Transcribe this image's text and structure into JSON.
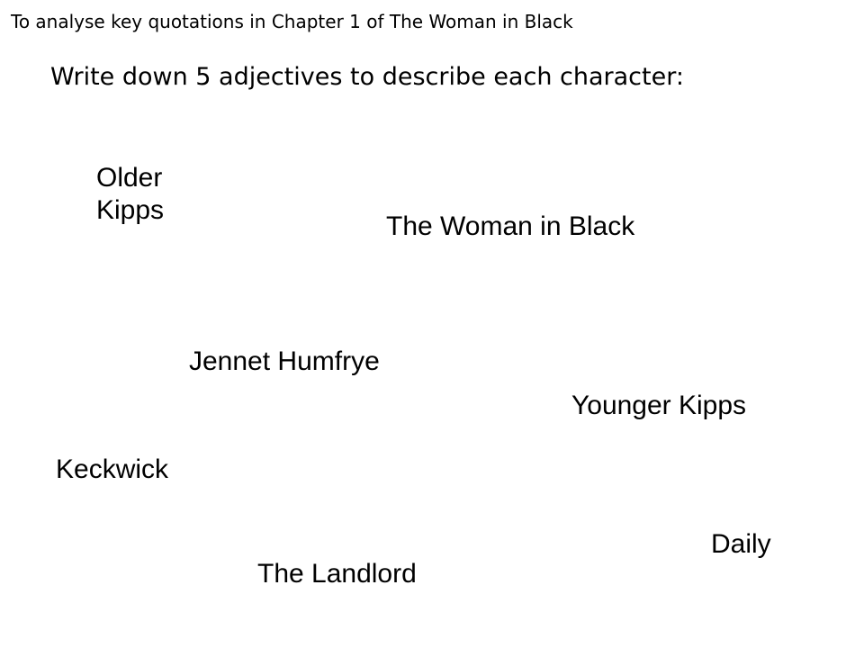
{
  "objective": "To analyse key quotations in Chapter 1 of The Woman in Black",
  "instruction": "Write down 5 adjectives to describe each character:",
  "characters": {
    "older_kipps": "Older Kipps",
    "woman_in_black": "The Woman in Black",
    "jennet_humfrye": "Jennet Humfrye",
    "younger_kipps": "Younger Kipps",
    "keckwick": "Keckwick",
    "daily": "Daily",
    "landlord": "The Landlord"
  }
}
